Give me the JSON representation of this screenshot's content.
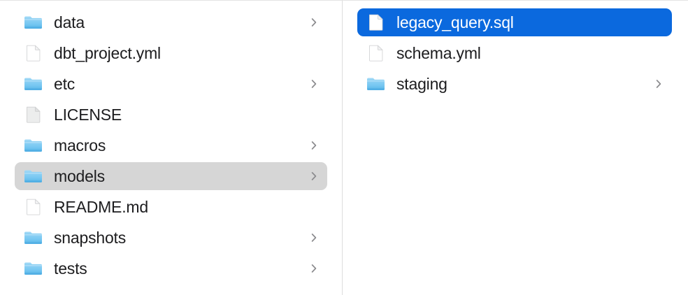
{
  "window": {
    "view_mode": "column",
    "accent_color": "#0b69de",
    "inactive_selection_color": "#d6d6d6",
    "text_color": "#1d1d1f",
    "selected_text_color": "#ffffff",
    "folder_icon_color": "#62c1f2",
    "divider_color": "#dddddd"
  },
  "columns": [
    {
      "name": "parent-column",
      "items": [
        {
          "label": "data",
          "icon": "folder-icon",
          "kind": "folder",
          "has_chevron": true,
          "selected": false,
          "selection_state": "none"
        },
        {
          "label": "dbt_project.yml",
          "icon": "document-icon",
          "kind": "file",
          "has_chevron": false,
          "selected": false,
          "selection_state": "none"
        },
        {
          "label": "etc",
          "icon": "folder-icon",
          "kind": "folder",
          "has_chevron": true,
          "selected": false,
          "selection_state": "none"
        },
        {
          "label": "LICENSE",
          "icon": "plain-document-icon",
          "kind": "file",
          "has_chevron": false,
          "selected": false,
          "selection_state": "none"
        },
        {
          "label": "macros",
          "icon": "folder-icon",
          "kind": "folder",
          "has_chevron": true,
          "selected": false,
          "selection_state": "none"
        },
        {
          "label": "models",
          "icon": "folder-icon",
          "kind": "folder",
          "has_chevron": true,
          "selected": true,
          "selection_state": "inactive"
        },
        {
          "label": "README.md",
          "icon": "document-icon",
          "kind": "file",
          "has_chevron": false,
          "selected": false,
          "selection_state": "none"
        },
        {
          "label": "snapshots",
          "icon": "folder-icon",
          "kind": "folder",
          "has_chevron": true,
          "selected": false,
          "selection_state": "none"
        },
        {
          "label": "tests",
          "icon": "folder-icon",
          "kind": "folder",
          "has_chevron": true,
          "selected": false,
          "selection_state": "none"
        }
      ]
    },
    {
      "name": "child-column",
      "items": [
        {
          "label": "legacy_query.sql",
          "icon": "document-icon",
          "kind": "file",
          "has_chevron": false,
          "selected": true,
          "selection_state": "active"
        },
        {
          "label": "schema.yml",
          "icon": "document-icon",
          "kind": "file",
          "has_chevron": false,
          "selected": false,
          "selection_state": "none"
        },
        {
          "label": "staging",
          "icon": "folder-icon",
          "kind": "folder",
          "has_chevron": true,
          "selected": false,
          "selection_state": "none"
        }
      ]
    }
  ]
}
